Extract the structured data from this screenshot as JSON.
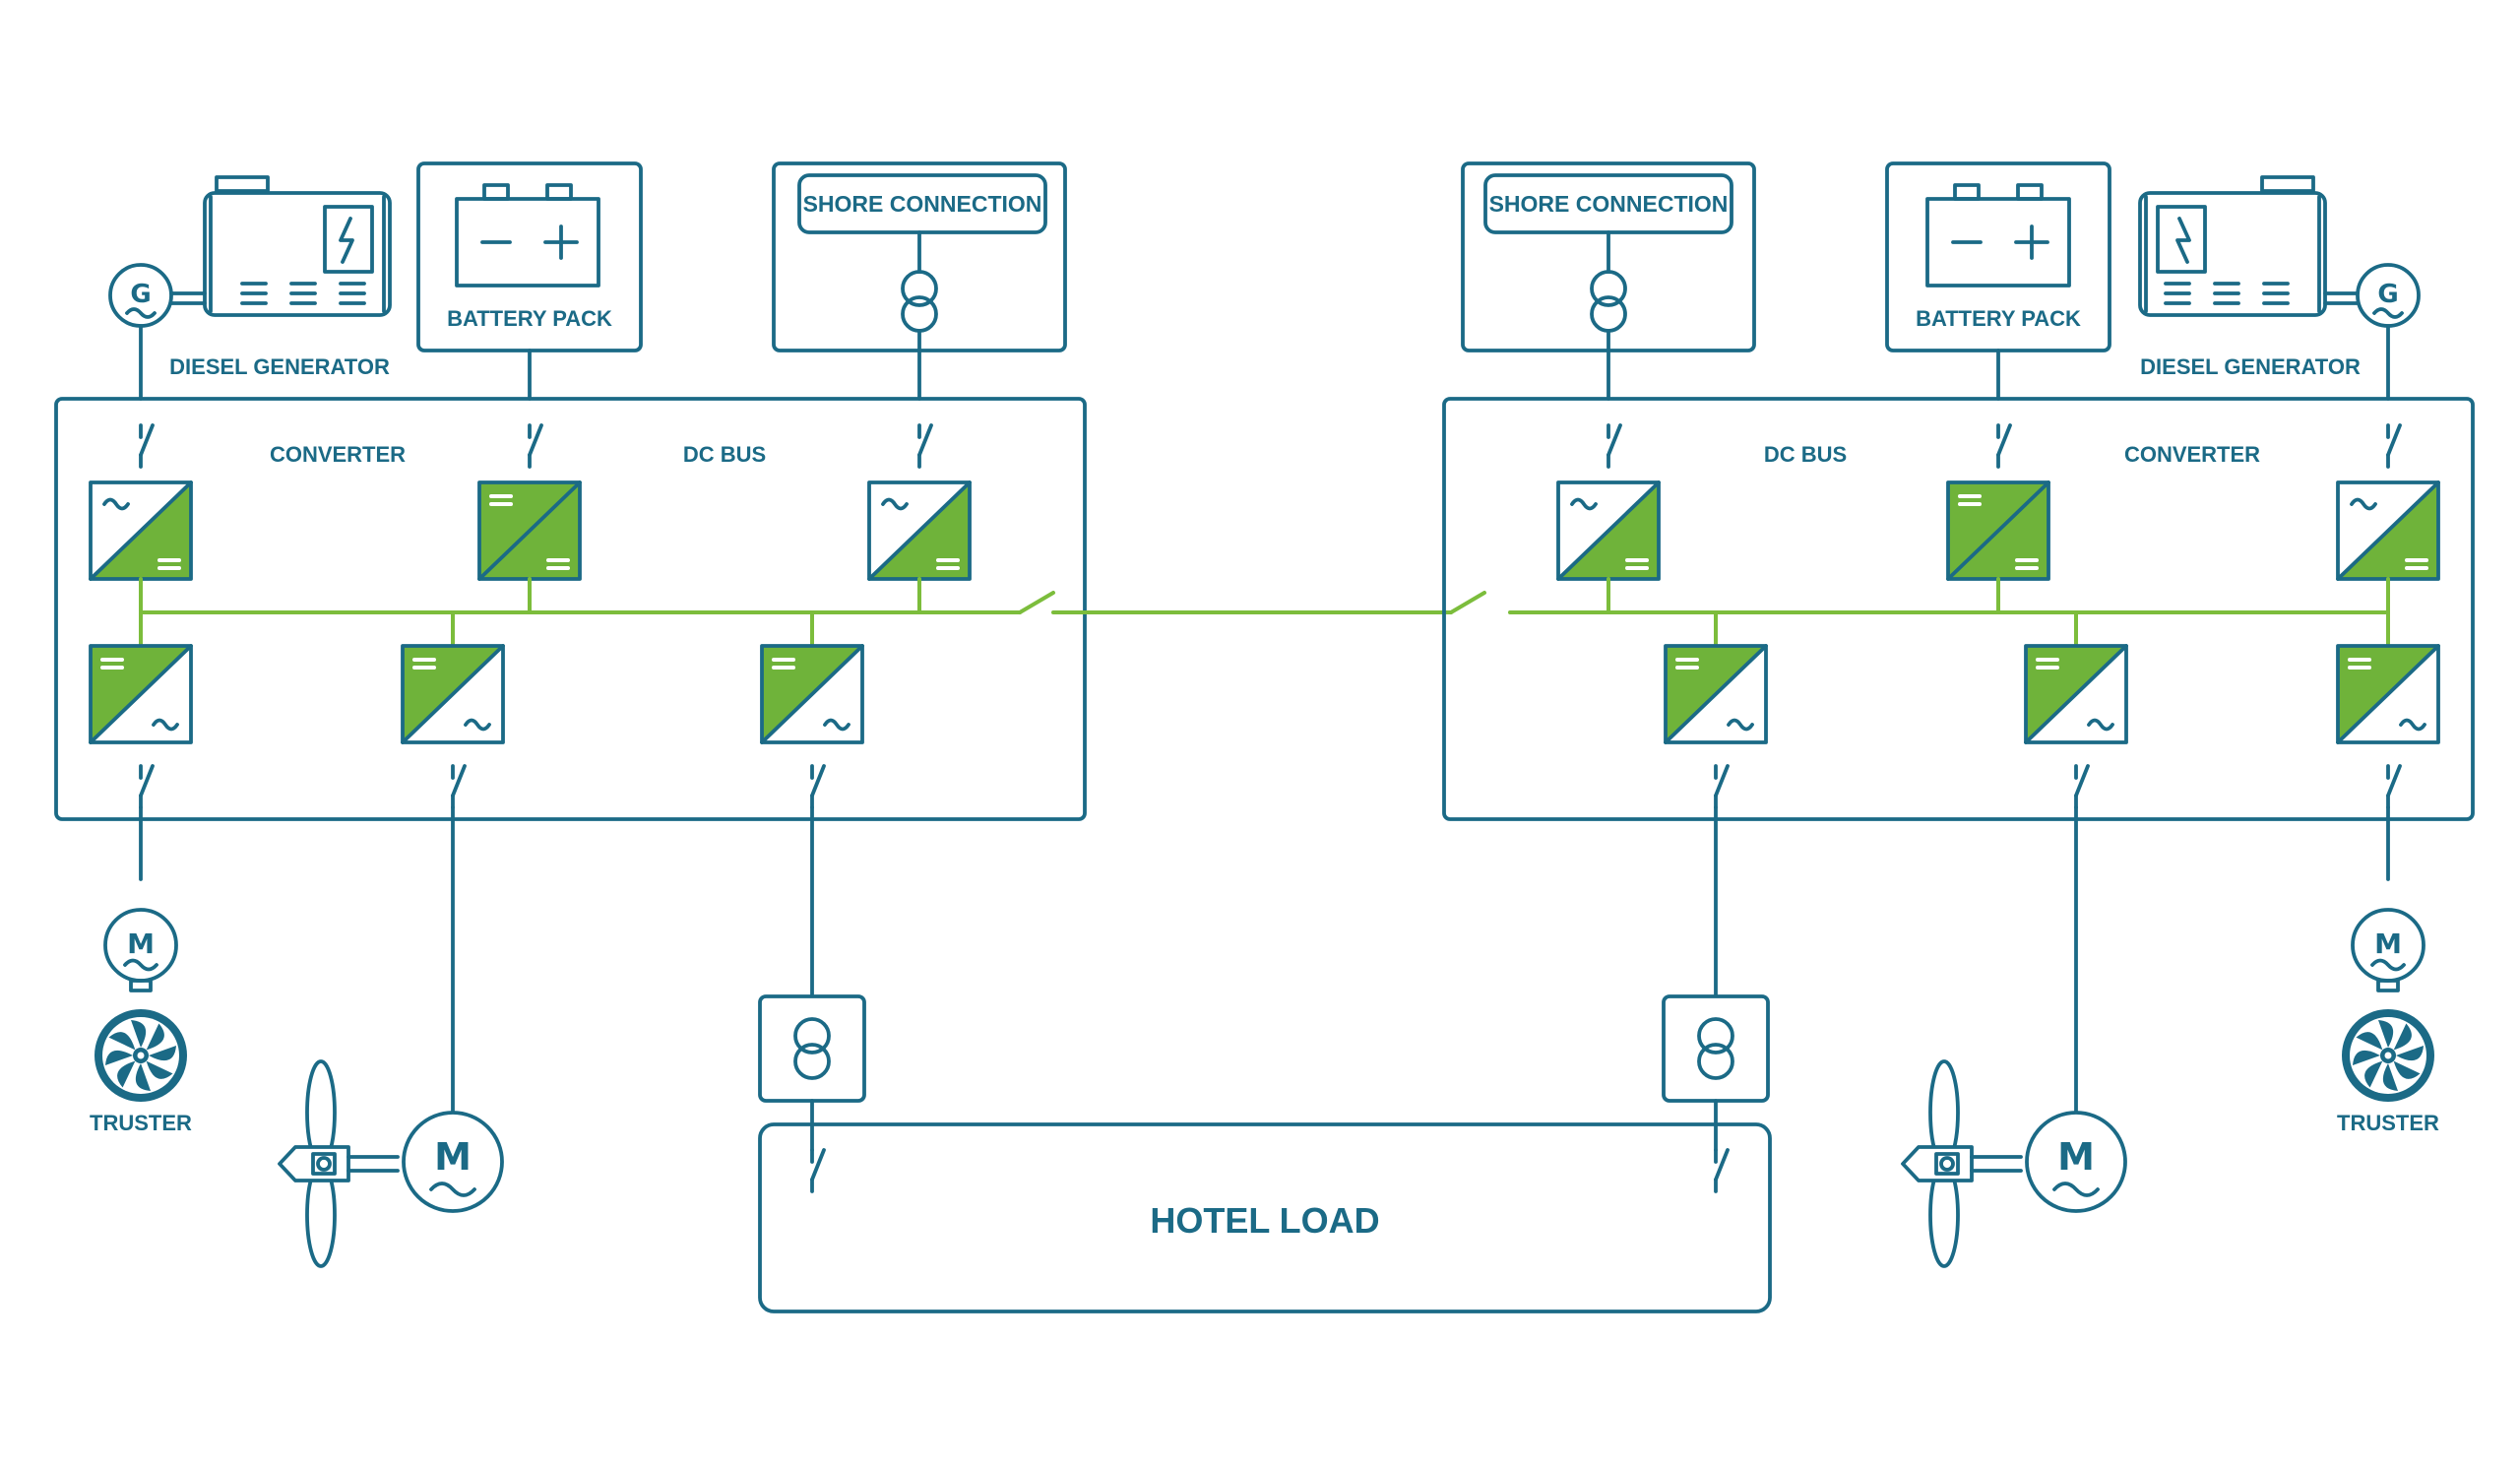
{
  "colors": {
    "line": "#1b6a86",
    "bus": "#7cbd3c",
    "converter_fill": "#6fb33a",
    "background": "#ffffff"
  },
  "left_system": {
    "diesel_generator": "DIESEL GENERATOR",
    "generator_symbol": "G",
    "battery_pack": "BATTERY PACK",
    "shore_connection": "SHORE CONNECTION",
    "converter": "CONVERTER",
    "dc_bus": "DC BUS",
    "thruster": "TRUSTER",
    "thruster_motor_symbol": "M",
    "propulsion_motor_symbol": "M"
  },
  "right_system": {
    "shore_connection": "SHORE CONNECTION",
    "battery_pack": "BATTERY PACK",
    "diesel_generator": "DIESEL GENERATOR",
    "generator_symbol": "G",
    "dc_bus": "DC BUS",
    "converter": "CONVERTER",
    "thruster": "TRUSTER",
    "thruster_motor_symbol": "M",
    "propulsion_motor_symbol": "M"
  },
  "hotel_load": "HOTEL LOAD",
  "icons": [
    "generator-icon",
    "diesel-engine-icon",
    "battery-icon",
    "transformer-icon",
    "ac-dc-converter-icon",
    "dc-dc-converter-icon",
    "dc-ac-converter-icon",
    "switch-icon",
    "motor-icon",
    "fan-icon",
    "propeller-icon"
  ]
}
